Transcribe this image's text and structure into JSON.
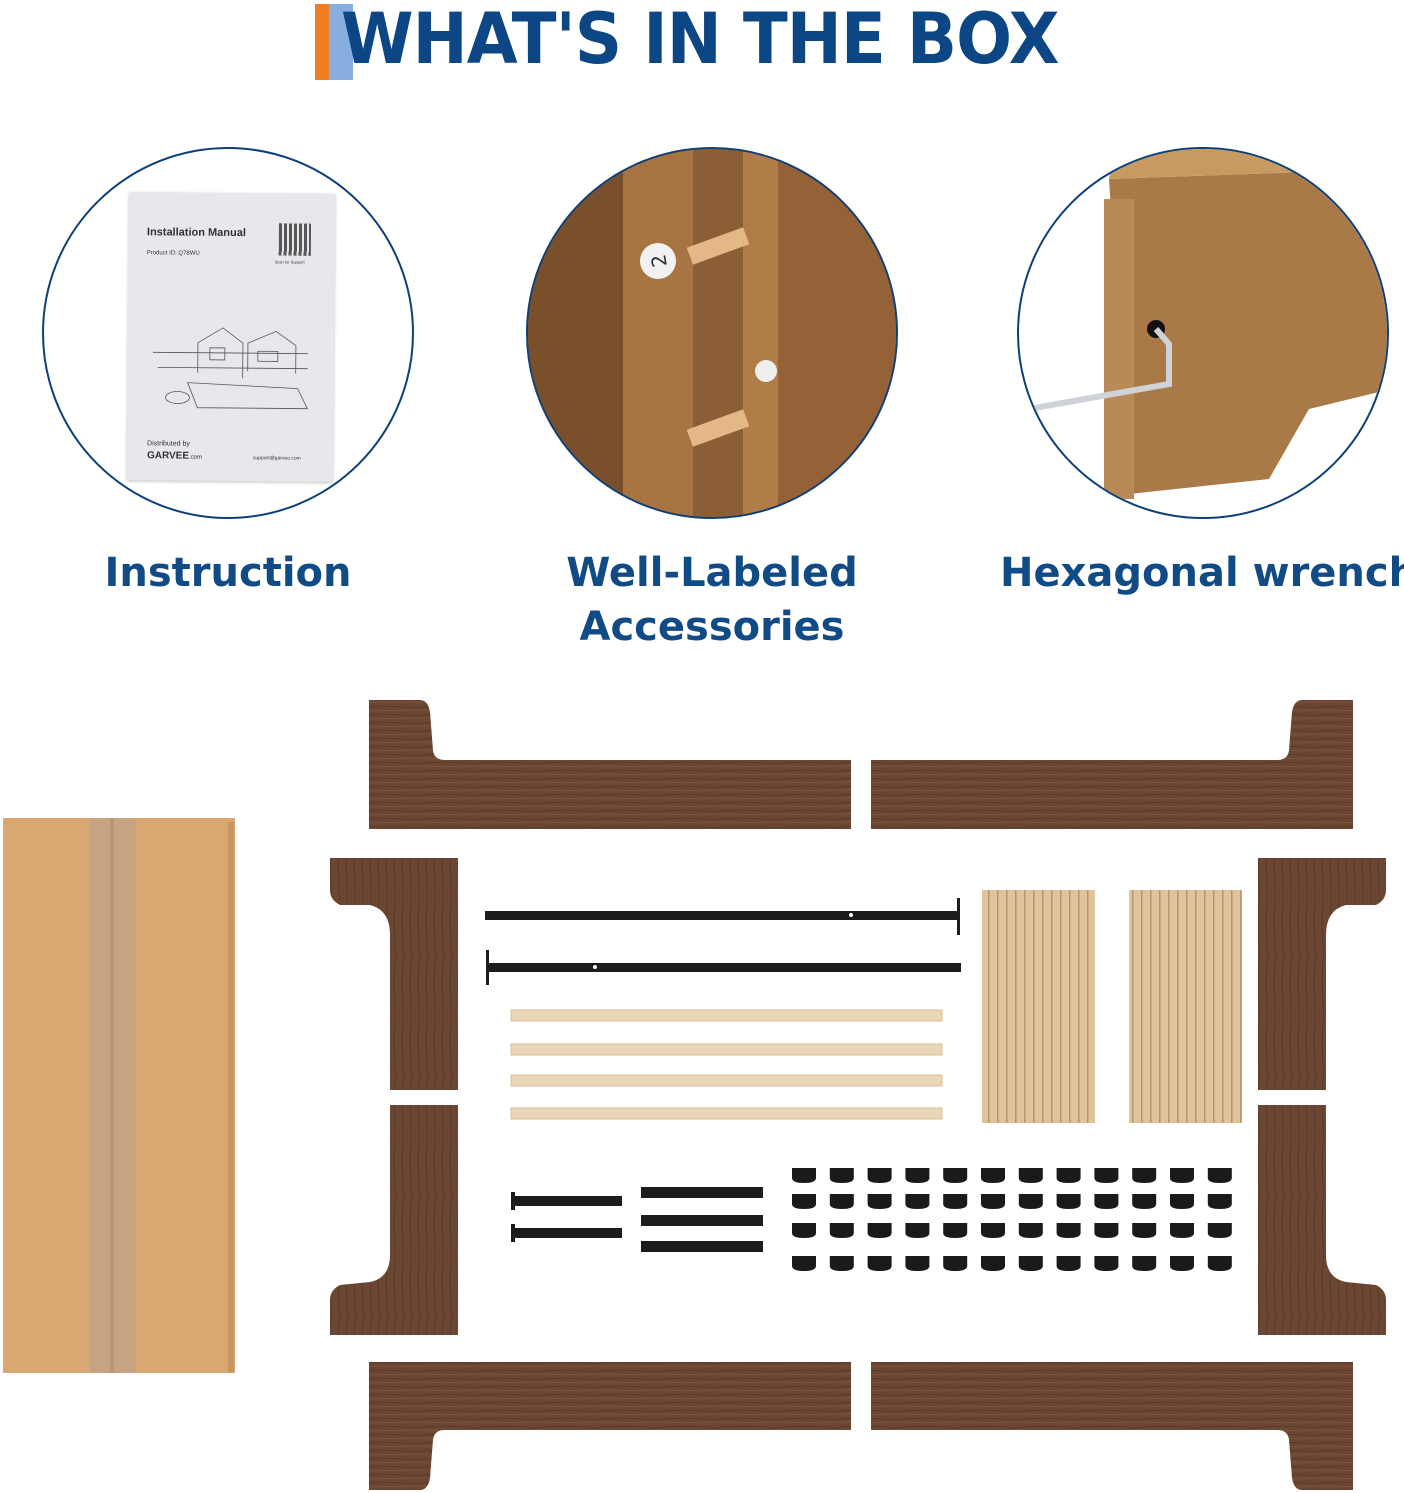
{
  "header": {
    "title": "WHAT'S IN THE BOX",
    "accent_colors": {
      "orange": "#ef7d22",
      "light_blue": "#88aee0",
      "navy": "#0d4684"
    }
  },
  "items": [
    {
      "label": "Instruction",
      "manual": {
        "title": "Installation Manual",
        "product_id": "Product ID: Q78WU",
        "qr_caption": "Scan for Support",
        "distributed_by": "Distributed by",
        "brand": "GARVEE",
        "brand_suffix": ".com",
        "email": "support@garvee.com"
      }
    },
    {
      "label_line1": "Well-Labeled",
      "label_line2": "Accessories",
      "part_number": "2"
    },
    {
      "label": "Hexagonal wrench"
    }
  ],
  "colors": {
    "dark_wood": "#6b4632",
    "light_wood": "#ead6b6",
    "slat_panel": "#dcbd94",
    "cardboard": "#d9a872",
    "metal": "#1c1c1c"
  }
}
